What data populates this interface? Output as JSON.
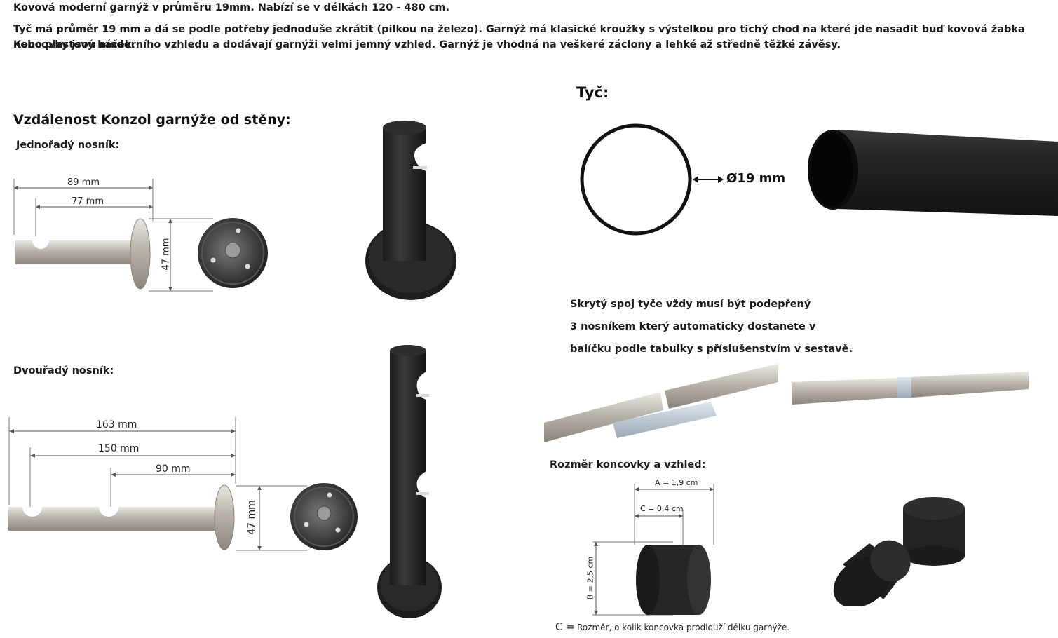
{
  "intro": {
    "line1": "Kovová moderní garnýž v průměru 19mm. Nabízí se v délkách 120 - 480 cm.",
    "line2": "Tyč má průměr 19 mm a dá se podle potřeby jednoduše zkrátit (pilkou na železo). Garnýž má klasické kroužky s výstelkou pro tichý chod na které jde nasadit buď kovová žabka nebo plastový háček.",
    "line3": "Koncovky jsou moderního vzhledu a dodávají garnýži velmi jemný vzhled. Garnýž je vhodná na veškeré záclony a lehké až středně těžké závěsy."
  },
  "brackets": {
    "heading": "Vzdálenost Konzol garnýže od stěny:",
    "single": {
      "label": "Jednořadý nosník:",
      "dims": [
        "89 mm",
        "77 mm",
        "47 mm"
      ]
    },
    "double": {
      "label": "Dvouřadý nosník:",
      "dims": [
        "163 mm",
        "150 mm",
        "90 mm",
        "47 mm"
      ]
    }
  },
  "rod": {
    "heading": "Tyč:",
    "diameter": "Ø19 mm"
  },
  "joint_note": [
    "Skrytý spoj tyče vždy musí být podepřený",
    "3 nosníkem který automaticky dostanete v",
    "balíčku podle tabulky s příslušenstvím v sestavě."
  ],
  "endcap": {
    "heading": "Rozměr koncovky a vzhled:",
    "dim_a": "A = 1,9 cm",
    "dim_c": "C = 0,4 cm",
    "dim_b": "B = 2,5 cm",
    "caption_prefix": "C =",
    "caption": "Rozměr, o kolik koncovka prodlouží délku garnýže."
  },
  "colors": {
    "black_finish": "#1f1f1f",
    "steel_finish": "#b7b1a8",
    "text": "#1a1a1a"
  }
}
